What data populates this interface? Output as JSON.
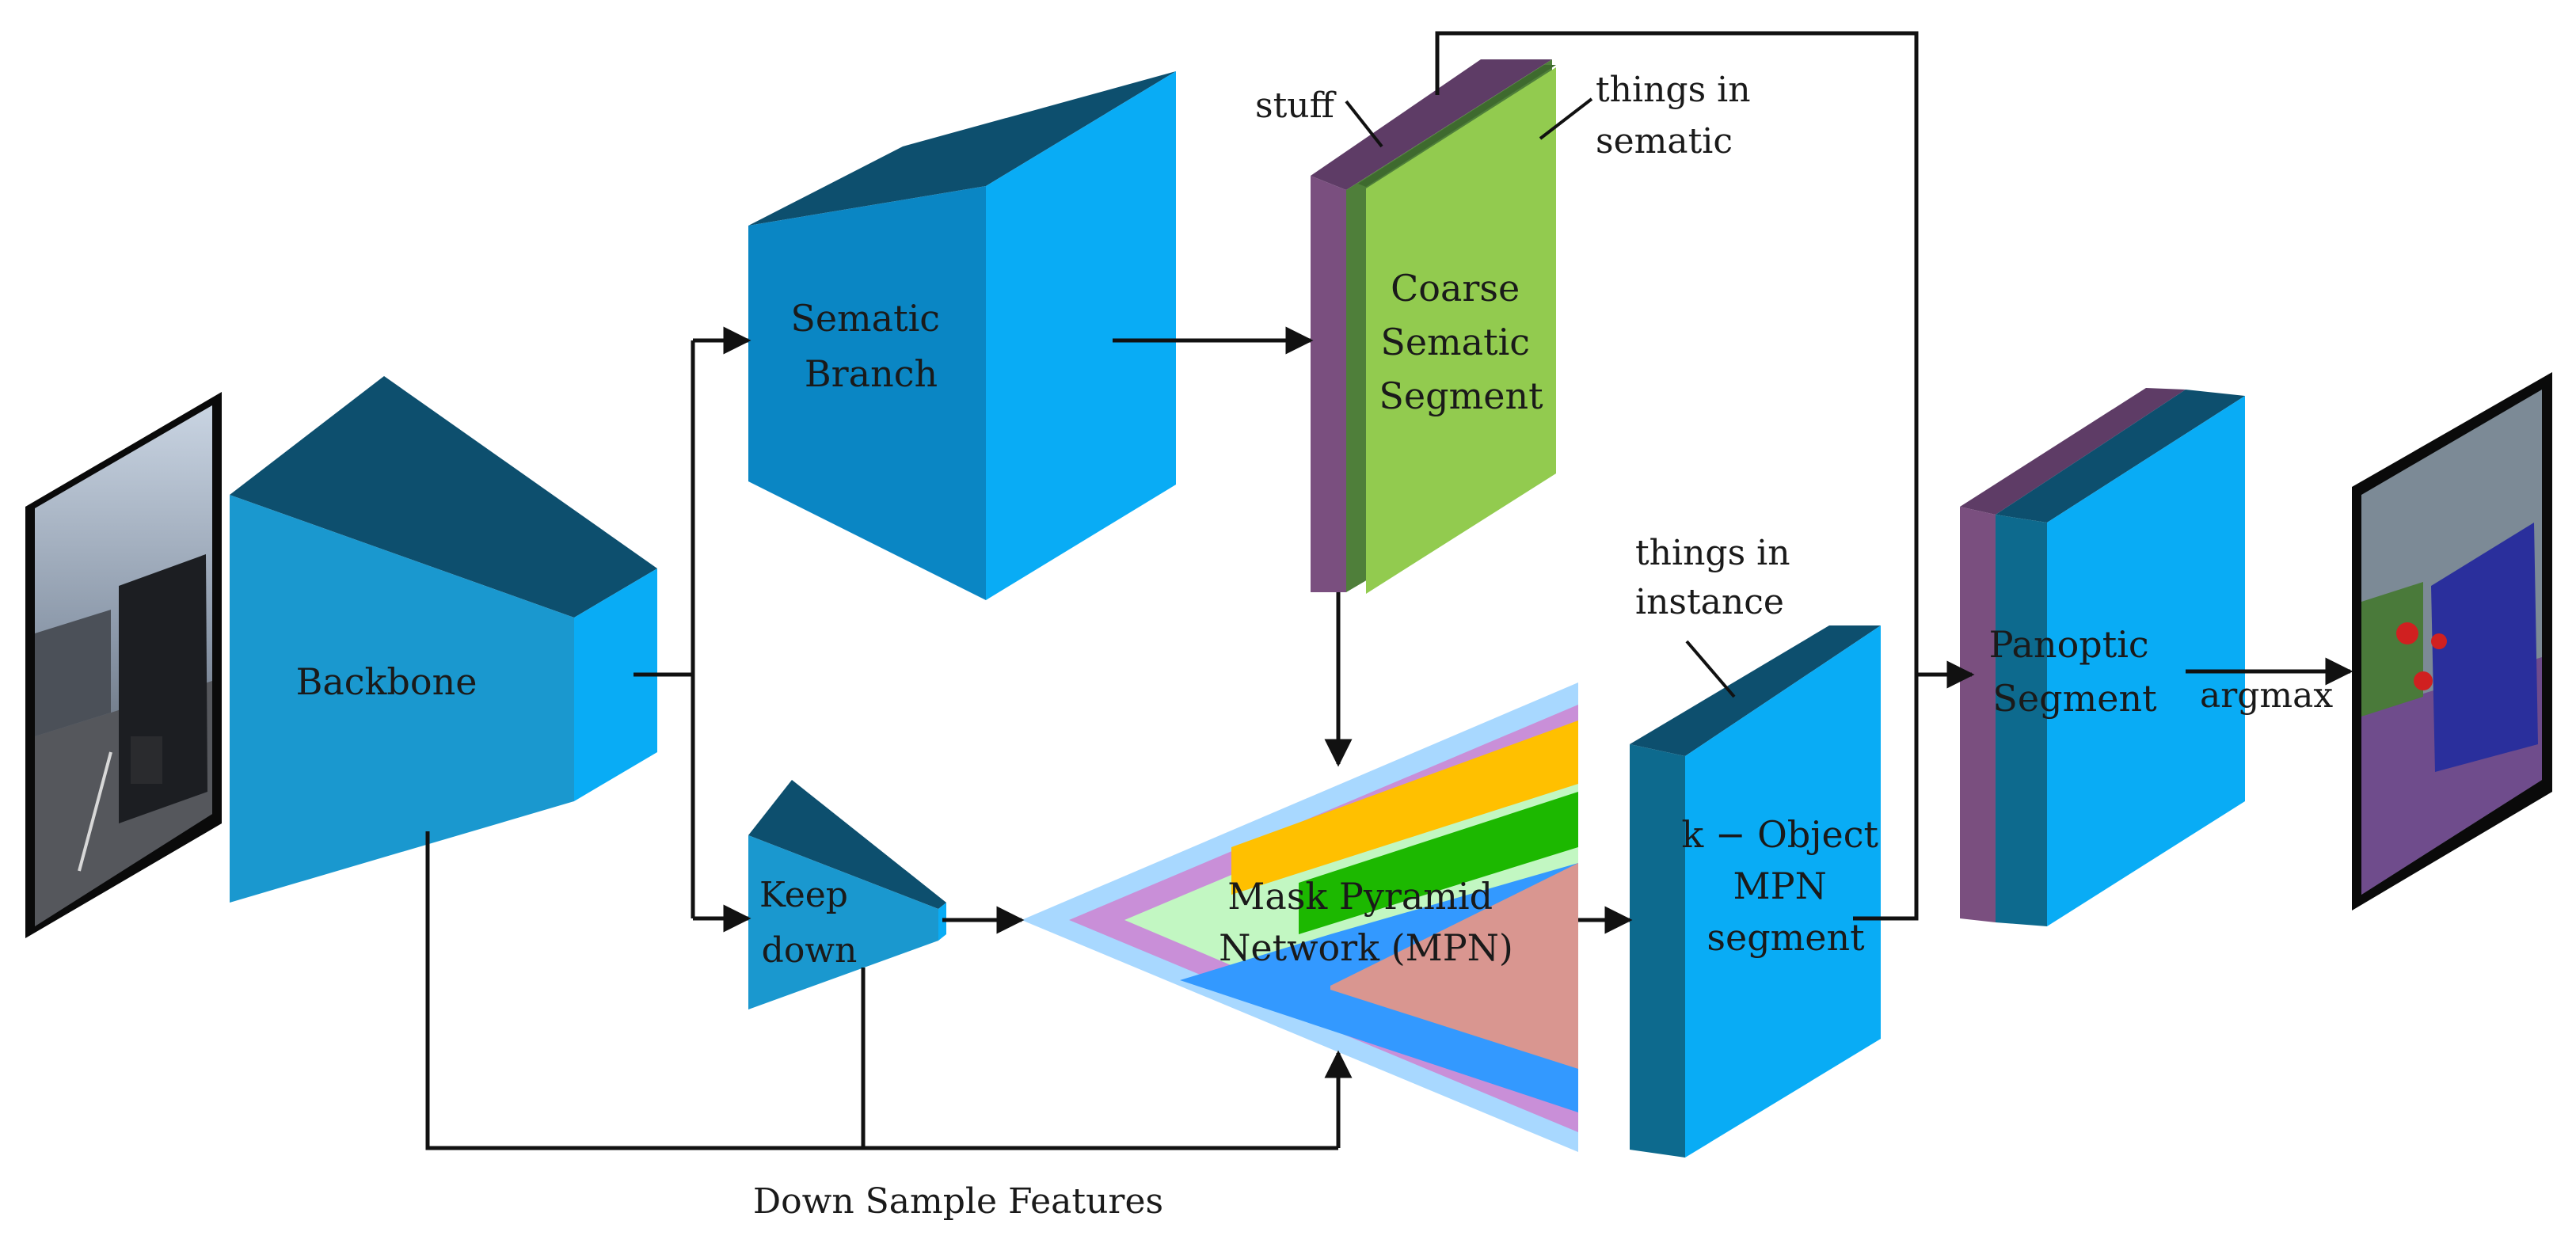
{
  "labels": {
    "backbone": "Backbone",
    "semantic_branch": [
      "Sematic",
      "Branch"
    ],
    "keep_down": [
      "Keep",
      "down"
    ],
    "coarse_segment": [
      "Coarse",
      "Sematic",
      "Segment"
    ],
    "stuff": "stuff",
    "things_semantic": [
      "things in",
      "sematic"
    ],
    "things_instance": [
      "things in",
      "instance"
    ],
    "mpn": [
      "Mask Pyramid",
      "Network (MPN)"
    ],
    "object_segment": [
      "k − Object",
      "MPN",
      "segment"
    ],
    "panoptic": [
      "Panoptic",
      "Segment"
    ],
    "argmax": "argmax",
    "downsample": "Down Sample Features"
  },
  "colors": {
    "block_front": "#1a98cf",
    "block_top": "#0d4f6e",
    "block_side": "#09acf5",
    "stuff_purple": "#7a4f7f",
    "coarse_green": "#92cb4f",
    "dark_green": "#4f7f3a",
    "mpn_light_blue": "#a8d8ff",
    "mpn_lavender": "#c98fd8",
    "mpn_mint": "#c2f7c2",
    "mpn_yellow": "#ffc000",
    "mpn_green": "#1cb800",
    "mpn_blue": "#3399ff",
    "mpn_salmon": "#d99690",
    "image_purple": "#6f4c8c",
    "image_blue": "#2a2f9c"
  },
  "images": {
    "input": "street-scene-input-image",
    "output": "panoptic-segmentation-output-image"
  }
}
